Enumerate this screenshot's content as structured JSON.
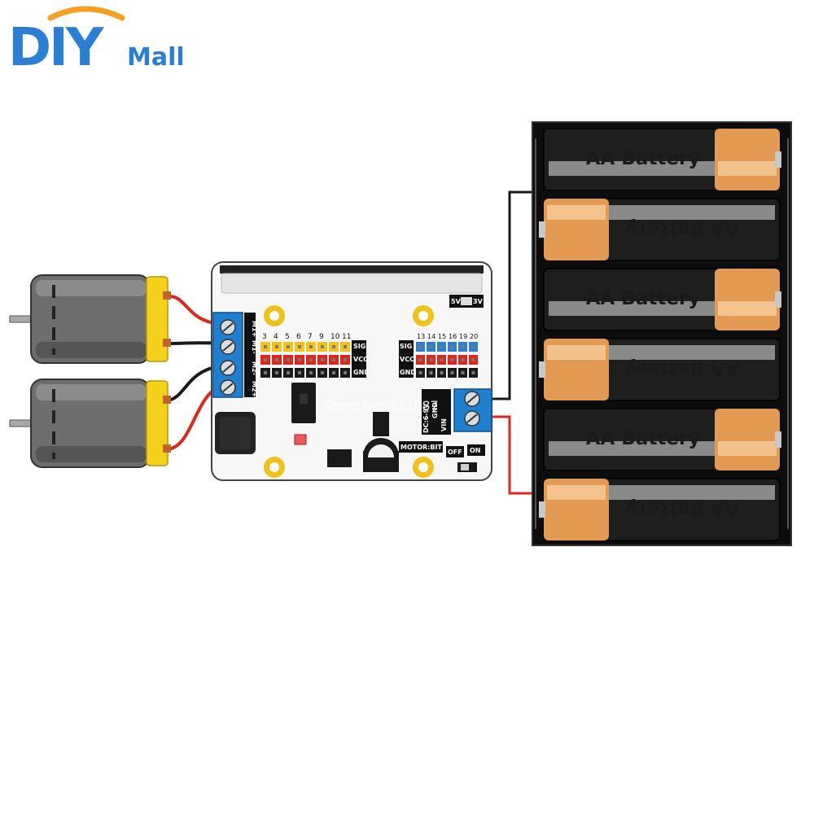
{
  "brand": {
    "logo_main": "DIY",
    "logo_sub": "Mall",
    "blue": "#2a7fd4",
    "orange": "#f5a020"
  },
  "board": {
    "pin_numbers_left": [
      "3",
      "4",
      "5",
      "6",
      "7",
      "9",
      "10",
      "11"
    ],
    "pin_numbers_right": [
      "13",
      "14",
      "15",
      "16",
      "19",
      "20"
    ],
    "label_sig": "SIG",
    "label_vcc": "VCC",
    "label_gnd": "GND",
    "label_m1p": "M1+",
    "label_m1n": "M1-",
    "label_m2n": "M2-",
    "label_m2p": "M2+",
    "label_dc": "DC:6-9V",
    "label_gnd2": "GND",
    "label_vin": "VIN",
    "label_5v": "5V",
    "label_3v3": "3V",
    "label_motorbit": "MOTOR:BIT",
    "label_off": "OFF",
    "label_on": "ON"
  },
  "battery": {
    "label": "AA Battery",
    "count": 6
  },
  "watermark": "Store No: 332087",
  "icons": {
    "motor_1": "dc-motor-icon",
    "motor_2": "dc-motor-icon",
    "buzzer": "buzzer-icon"
  }
}
